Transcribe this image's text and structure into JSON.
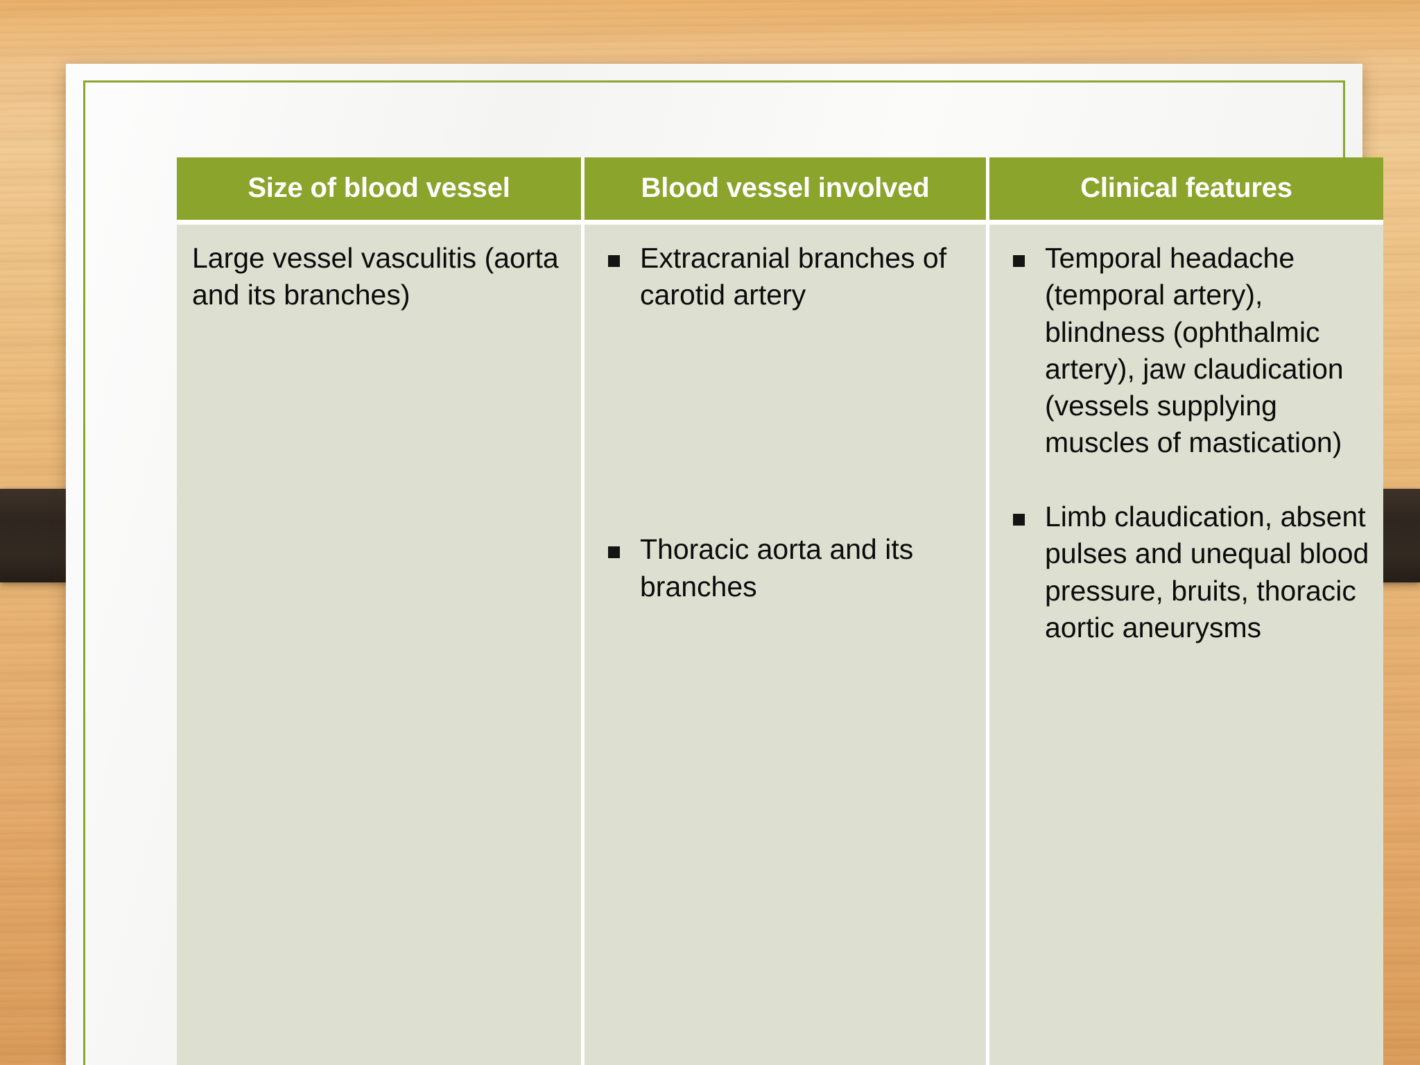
{
  "slide": {
    "accent_color": "#8aa42c",
    "cell_background": "#dde0d0",
    "page_background": "#fbfbfa",
    "desk_background": "#e9b877",
    "strap_color": "#2f261f",
    "bullet_glyph": "square-bullet"
  },
  "table": {
    "headers": [
      "Size of blood vessel",
      "Blood vessel involved",
      "Clinical features"
    ],
    "rows": [
      {
        "size_of_blood_vessel": "Large vessel vasculitis (aorta and its branches)",
        "blood_vessel_involved": [
          "Extracranial branches of carotid artery",
          "Thoracic aorta and its branches"
        ],
        "clinical_features": [
          "Temporal headache (temporal artery), blindness (ophthalmic artery), jaw claudication (vessels supplying muscles of mastication)",
          "Limb claudication, absent pulses and unequal blood pressure, bruits, thoracic aortic aneurysms"
        ]
      }
    ]
  }
}
